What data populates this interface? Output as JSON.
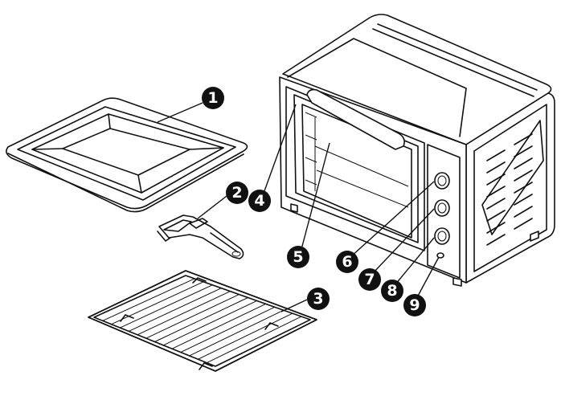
{
  "callouts": [
    {
      "num": "1"
    },
    {
      "num": "2"
    },
    {
      "num": "3"
    },
    {
      "num": "4"
    },
    {
      "num": "5"
    },
    {
      "num": "6"
    },
    {
      "num": "7"
    },
    {
      "num": "8"
    },
    {
      "num": "9"
    }
  ]
}
